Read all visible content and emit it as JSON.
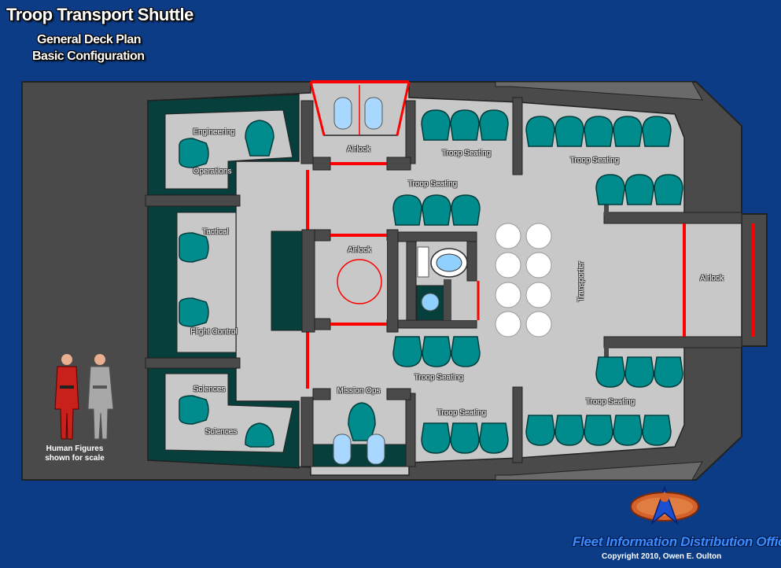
{
  "header": {
    "title": "Troop Transport Shuttle",
    "subtitle_1": "General Deck Plan",
    "subtitle_2": "Basic Configuration"
  },
  "rooms": {
    "engineering": "Engineering",
    "operations": "Operations",
    "tactical": "Tactical",
    "flight_control": "Flight Control",
    "sciences_1": "Sciences",
    "sciences_2": "Sciences",
    "airlock_top": "Airlock",
    "airlock_center": "Airlock",
    "airlock_right": "Airlock",
    "mission_ops": "Mission Ops",
    "transporter": "Transporter",
    "troop_seating_top_mid": "Troop Seating",
    "troop_seating_top_right": "Troop Seating",
    "troop_seating_center_top": "Troop Seating",
    "troop_seating_center_bottom": "Troop Seating",
    "troop_seating_bottom_mid": "Troop Seating",
    "troop_seating_bottom_right": "Troop Seating"
  },
  "scale_note": {
    "line1": "Human Figures",
    "line2": "shown for scale"
  },
  "footer": {
    "office": "Fleet Information Distribution Office",
    "copyright": "Copyright 2010,  Owen E. Oulton"
  },
  "colors": {
    "background": "#0c3c86",
    "hull": "#4a4a4a",
    "floor": "#c8c8c8",
    "seat": "#008c8c",
    "airlock_door": "#ff0000",
    "console": "#063f3c"
  }
}
